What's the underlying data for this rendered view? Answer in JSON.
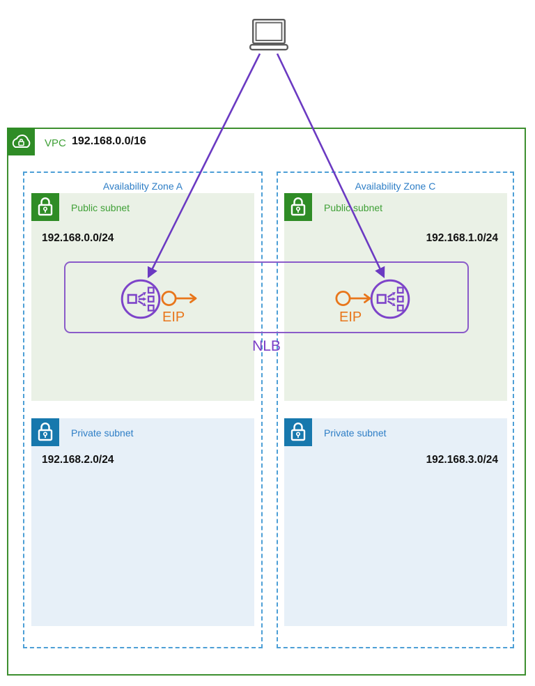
{
  "diagram": {
    "client": {
      "icon": "laptop-icon"
    },
    "vpc": {
      "label": "VPC",
      "cidr": "192.168.0.0/16",
      "icon": "vpc-cloud-lock-icon"
    },
    "zones": [
      {
        "label": "Availability Zone A",
        "public_subnet": {
          "label": "Public subnet",
          "cidr": "192.168.0.0/24",
          "icon": "padlock-icon"
        },
        "private_subnet": {
          "label": "Private subnet",
          "cidr": "192.168.2.0/24",
          "icon": "padlock-icon"
        },
        "eip_label": "EIP"
      },
      {
        "label": "Availability Zone C",
        "public_subnet": {
          "label": "Public subnet",
          "cidr": "192.168.1.0/24",
          "icon": "padlock-icon"
        },
        "private_subnet": {
          "label": "Private subnet",
          "cidr": "192.168.3.0/24",
          "icon": "padlock-icon"
        },
        "eip_label": "EIP"
      }
    ],
    "nlb": {
      "label": "NLB",
      "icon": "load-balancer-distribution-icon"
    },
    "eip_icon": "circle-arrow-right-icon",
    "colors": {
      "vpc_border_green": "#3D8F2F",
      "green_text": "#3FA037",
      "green_icon_fill": "#2F8C26",
      "public_subnet_bg": "#EAF1E6",
      "az_label_blue": "#2E7EC6",
      "az_dash_blue": "#4D9FD6",
      "private_icon_blue": "#1778AD",
      "private_subnet_bg": "#E7F0F8",
      "nlb_border_purple": "#8A5BC9",
      "lb_node_purple": "#7D44C9",
      "arrow_purple": "#6B3AC2",
      "nlb_text_purple": "#7B3FC6",
      "eip_orange": "#E8761B",
      "cidr_text": "#111111",
      "client_gray": "#5B5B5B"
    }
  }
}
